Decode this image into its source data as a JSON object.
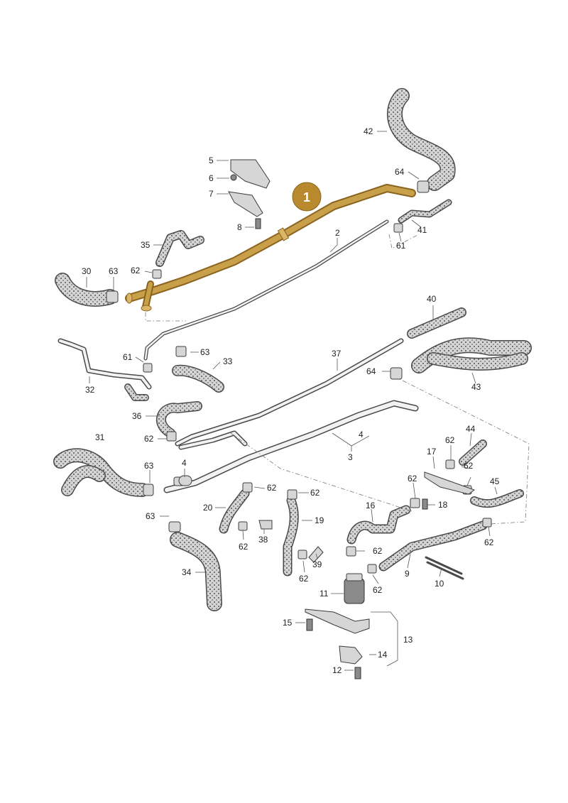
{
  "diagram": {
    "highlight_color": "#c9a04a",
    "highlight_fill": "#b9892e",
    "badge": {
      "label": "1"
    },
    "callouts": [
      "42",
      "64",
      "5",
      "6",
      "7",
      "8",
      "2",
      "41",
      "61",
      "35",
      "30",
      "63",
      "62",
      "40",
      "61",
      "63",
      "33",
      "32",
      "37",
      "64",
      "43",
      "36",
      "62",
      "31",
      "4",
      "3",
      "63",
      "4",
      "62",
      "62",
      "17",
      "62",
      "44",
      "62",
      "62",
      "45",
      "20",
      "19",
      "16",
      "18",
      "63",
      "62",
      "38",
      "62",
      "39",
      "9",
      "62",
      "10",
      "34",
      "62",
      "11",
      "62",
      "15",
      "13",
      "14",
      "12"
    ]
  }
}
